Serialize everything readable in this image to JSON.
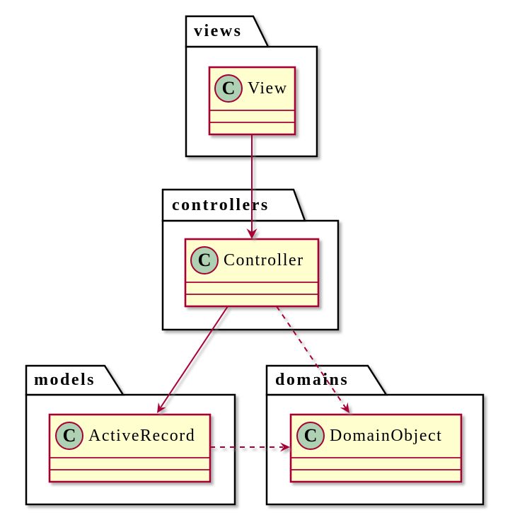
{
  "diagram_type": "uml-package-class-diagram",
  "packages": {
    "views": {
      "label": "views"
    },
    "controllers": {
      "label": "controllers"
    },
    "models": {
      "label": "models"
    },
    "domains": {
      "label": "domains"
    }
  },
  "classes": {
    "view": {
      "stereotype": "C",
      "name": "View",
      "package": "views"
    },
    "controller": {
      "stereotype": "C",
      "name": "Controller",
      "package": "controllers"
    },
    "active_record": {
      "stereotype": "C",
      "name": "ActiveRecord",
      "package": "models"
    },
    "domain_object": {
      "stereotype": "C",
      "name": "DomainObject",
      "package": "domains"
    }
  },
  "relations": [
    {
      "from": "View",
      "to": "Controller",
      "line": "solid",
      "arrowhead": "filled-v"
    },
    {
      "from": "Controller",
      "to": "ActiveRecord",
      "line": "solid",
      "arrowhead": "filled-v"
    },
    {
      "from": "Controller",
      "to": "DomainObject",
      "line": "dashed",
      "arrowhead": "filled-v"
    },
    {
      "from": "ActiveRecord",
      "to": "DomainObject",
      "line": "dashed",
      "arrowhead": "filled-v"
    }
  ],
  "colors": {
    "class_fill": "#FEFECE",
    "class_border": "#A80036",
    "stereotype_circle_fill": "#ADD1B2",
    "relation_line": "#A80036",
    "package_border": "#000000",
    "package_fill": "#FFFFFF",
    "text": "#000000"
  }
}
